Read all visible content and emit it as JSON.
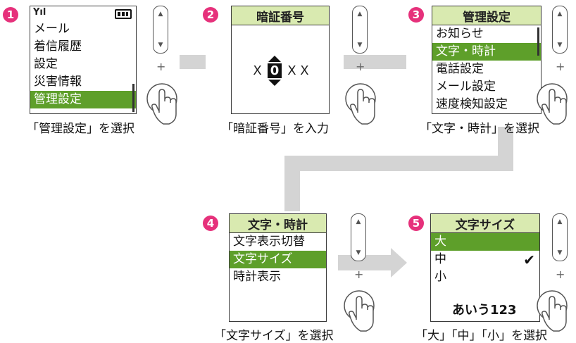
{
  "steps": [
    {
      "number": "1",
      "caption": "「管理設定」を選択",
      "status_signal": "Yıl",
      "items": [
        "メール",
        "着信履歴",
        "設定",
        "災害情報",
        "管理設定"
      ]
    },
    {
      "number": "2",
      "caption": "「暗証番号」を入力",
      "title": "暗証番号",
      "pin": {
        "left": "X",
        "current": "0",
        "right": "X X"
      }
    },
    {
      "number": "3",
      "caption": "「文字・時計」を選択",
      "title": "管理設定",
      "items": [
        "お知らせ",
        "文字・時計",
        "電話設定",
        "メール設定",
        "速度検知設定"
      ]
    },
    {
      "number": "4",
      "caption": "「文字サイズ」を選択",
      "title": "文字・時計",
      "items": [
        "文字表示切替",
        "文字サイズ",
        "時計表示"
      ]
    },
    {
      "number": "5",
      "caption": "「大」「中」「小」を選択",
      "title": "文字サイズ",
      "items": [
        "大",
        "中",
        "小"
      ],
      "check": "✔",
      "sample": "あいう123"
    }
  ],
  "rocker": {
    "up": "▲",
    "down": "▼",
    "plus": "+"
  },
  "colors": {
    "accent_pink": "#e6317b",
    "selected_green": "#5e9f2a",
    "header_green": "#d9eab0",
    "flow_gray": "#d4d4d4"
  }
}
